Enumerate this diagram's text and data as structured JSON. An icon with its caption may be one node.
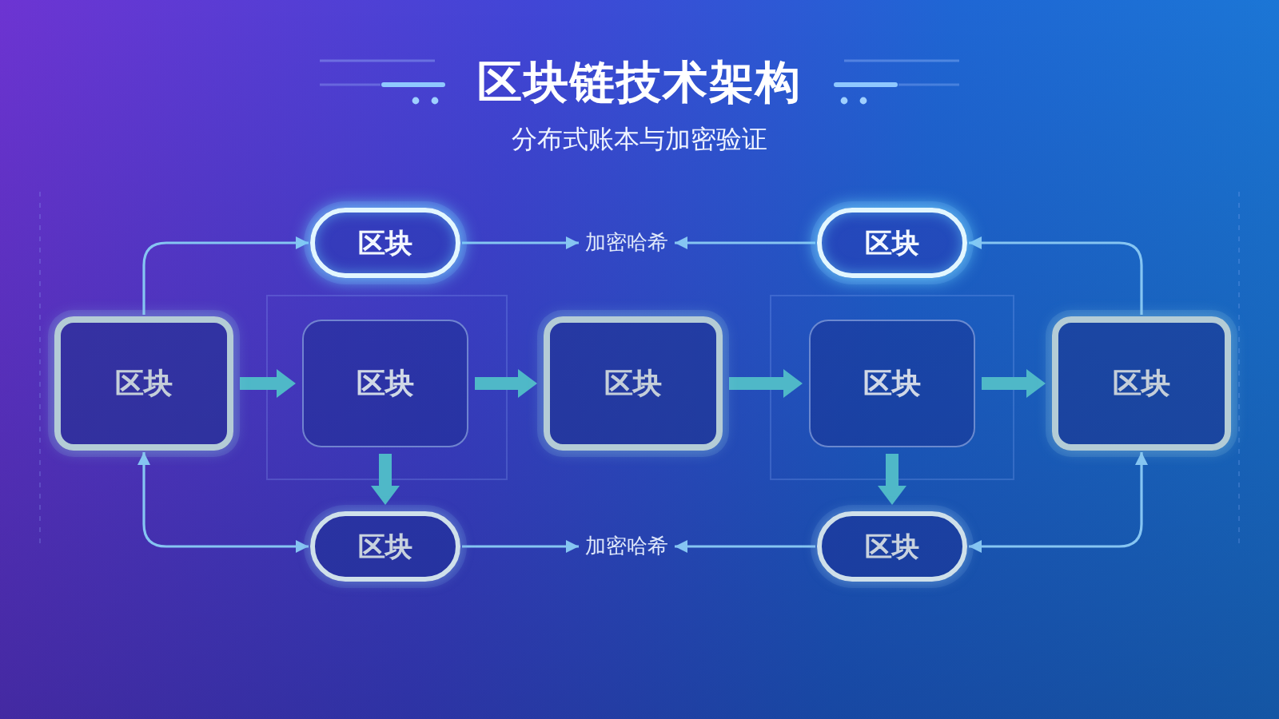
{
  "diagram": {
    "title": "区块链技术架构",
    "nodes": [
      {
        "text": [
          "区块"
        ]
      },
      {
        "text": [
          "加密哈希"
        ]
      },
      {
        "text": [
          "区块"
        ]
      },
      {
        "text": [
          "区块"
        ]
      },
      {
        "text": [
          "区块"
        ]
      },
      {
        "text": [
          "区块"
        ]
      },
      {
        "text": [
          "区块"
        ]
      },
      {
        "text": [
          "区块"
        ]
      },
      {
        "text": [
          "区块"
        ]
      },
      {
        "text": [
          "加密哈希"
        ]
      },
      {
        "text": [
          "区块"
        ]
      }
    ],
    "edges": [
      {
        "from": 0,
        "to": 1,
        "arrow": "to"
      },
      {
        "from": 2,
        "to": 1,
        "arrow": "to"
      },
      {
        "from": 3,
        "to": 0,
        "arrow": "to"
      },
      {
        "from": 3,
        "to": 4,
        "arrow": "to",
        "style": "thick",
        "color": "#4fb8c8"
      },
      {
        "from": 4,
        "to": 5,
        "arrow": "to",
        "style": "thick",
        "color": "#4fb8c8"
      },
      {
        "from": 5,
        "to": 6,
        "arrow": "to",
        "style": "thick",
        "color": "#4fb8c8"
      },
      {
        "from": 6,
        "to": 7,
        "arrow": "to",
        "style": "thick",
        "color": "#4fb8c8"
      },
      {
        "from": 4,
        "to": 8,
        "arrow": "to",
        "style": "thick",
        "color": "#4fb8c8"
      },
      {
        "from": 6,
        "to": 10,
        "arrow": "to",
        "style": "thick",
        "color": "#4fb8c8"
      },
      {
        "from": 3,
        "to": 8,
        "arrow": "both"
      },
      {
        "from": 7,
        "to": 2,
        "arrow": "to"
      },
      {
        "from": 7,
        "to": 10,
        "arrow": "both"
      },
      {
        "from": 8,
        "to": 9,
        "arrow": "to"
      },
      {
        "from": 10,
        "to": 9,
        "arrow": "to"
      }
    ],
    "labels": [
      "分布式账本与加密验证"
    ]
  }
}
